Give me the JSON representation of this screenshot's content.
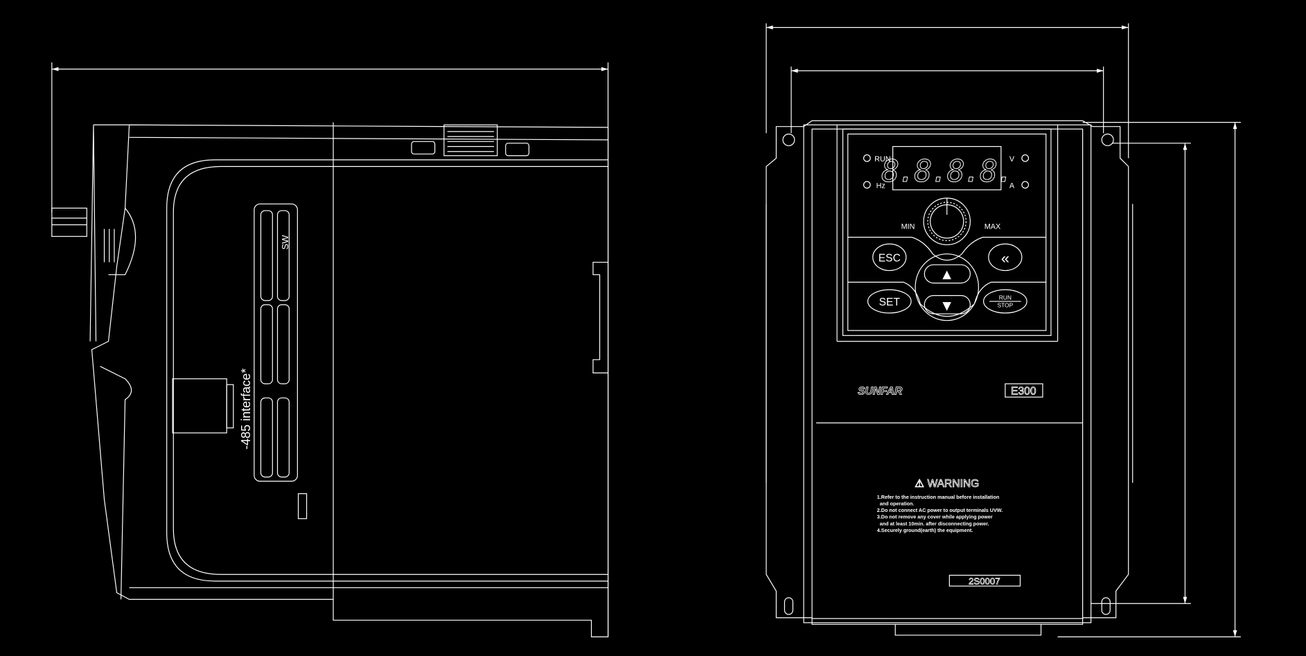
{
  "side_view": {
    "interface_label": "-485 interface*",
    "switch_label": "SW"
  },
  "front_view": {
    "indicators": {
      "run": "RUN",
      "hz": "Hz",
      "v": "V",
      "a": "A"
    },
    "display_digits": "8.8.8.8.",
    "knob": {
      "min": "MIN",
      "max": "MAX"
    },
    "keys": {
      "esc": "ESC",
      "set": "SET",
      "shift": "«",
      "run": "RUN",
      "stop": "STOP",
      "up": "▲",
      "down": "▼"
    },
    "brand": "SUNFAR",
    "model": "E300",
    "warning": {
      "title": "⚠ WARNING",
      "lines": [
        "1.Refer to the instruction manual before installation",
        "  and operation.",
        "2.Do not connect AC power to output terminals UVW.",
        "3.Do not remove any cover while applying power",
        "  and at least 10min. after disconnecting power.",
        "4.Securely ground(earth) the equipment."
      ]
    },
    "rating_label": "2S0007"
  },
  "colors": {
    "background": "#000000",
    "line": "#ffffff"
  }
}
